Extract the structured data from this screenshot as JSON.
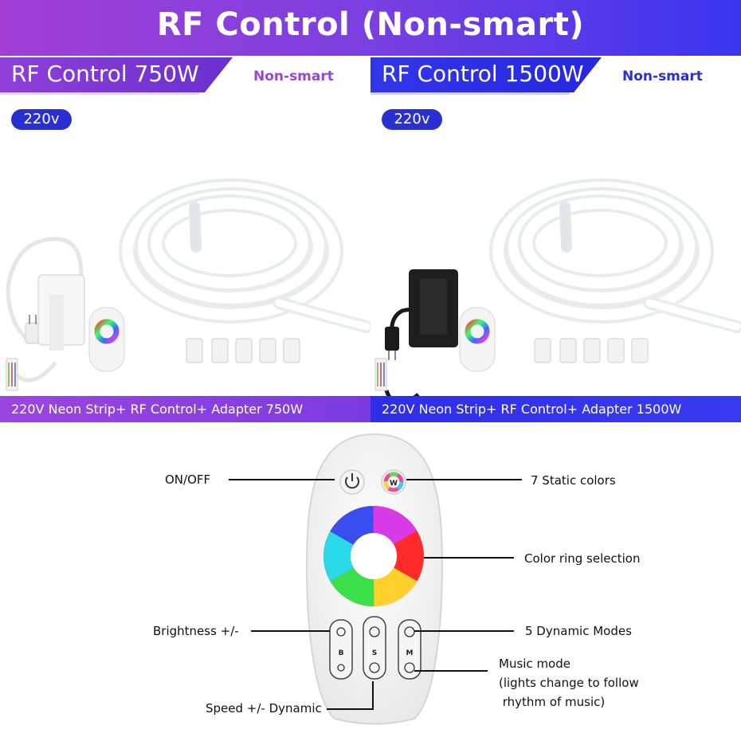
{
  "header": {
    "title": "RF Control (Non-smart)"
  },
  "panels": [
    {
      "title": "RF Control 750W",
      "badge": "Non-smart",
      "voltage": "220v",
      "caption": "220V Neon Strip+ RF Control+ Adapter 750W"
    },
    {
      "title": "RF Control 1500W",
      "badge": "Non-smart",
      "voltage": "220v",
      "caption": "220V Neon Strip+ RF Control+ Adapter 1500W"
    }
  ],
  "remote": {
    "labels": {
      "on_off": "ON/OFF",
      "static_colors": "7 Static colors",
      "color_ring": "Color ring selection",
      "brightness": "Brightness +/-",
      "dynamic_modes": "5 Dynamic Modes",
      "music_line1": "Music mode",
      "music_line2": "(lights change to follow",
      "music_line3": " rhythm of music)",
      "speed": "Speed +/- Dynamic"
    },
    "buttons": {
      "w_label": "W",
      "b_label": "B",
      "s_label": "S",
      "m_label": "M"
    }
  },
  "colors": {
    "purple": "#8f3fd8",
    "blue": "#2a2fd8",
    "controller_white": "#f3f3f3",
    "controller_black": "#1a1a1a"
  }
}
